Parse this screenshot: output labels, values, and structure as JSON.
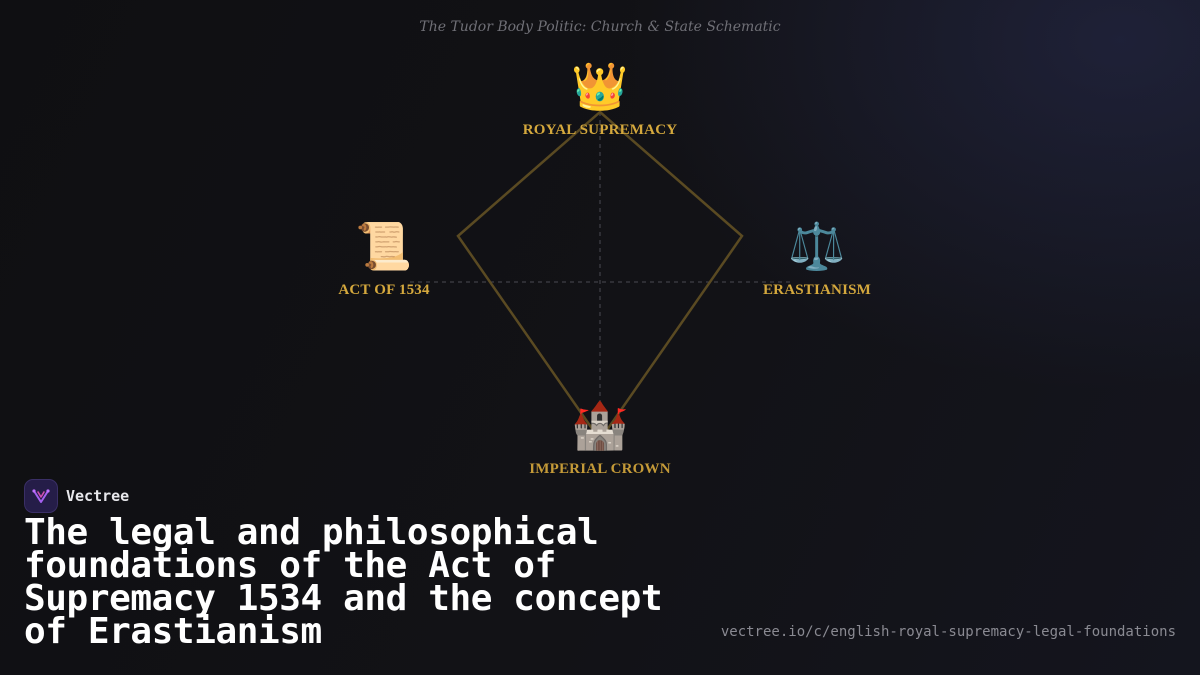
{
  "diagram": {
    "subtitle": "The Tudor Body Politic: Church & State Schematic",
    "nodes": {
      "top": {
        "icon": "crown-icon",
        "glyph": "👑",
        "label": "ROYAL SUPREMACY"
      },
      "left": {
        "icon": "scroll-icon",
        "glyph": "📜",
        "label": "ACT OF 1534"
      },
      "right": {
        "icon": "balance-scale-icon",
        "glyph": "⚖️",
        "label": "ERASTIANISM"
      },
      "bottom": {
        "icon": "castle-icon",
        "glyph": "🏰",
        "label": "IMPERIAL CROWN"
      }
    },
    "colors": {
      "edge": "#5a4a22",
      "label": "#d4a83d",
      "axis": "#4a4a52"
    }
  },
  "brand": {
    "name": "Vectree",
    "logo_icon": "vectree-logo-icon"
  },
  "headline": "The legal and philosophical foundations of the Act of Supremacy 1534 and the concept of Erastianism",
  "url": "vectree.io/c/english-royal-supremacy-legal-foundations"
}
